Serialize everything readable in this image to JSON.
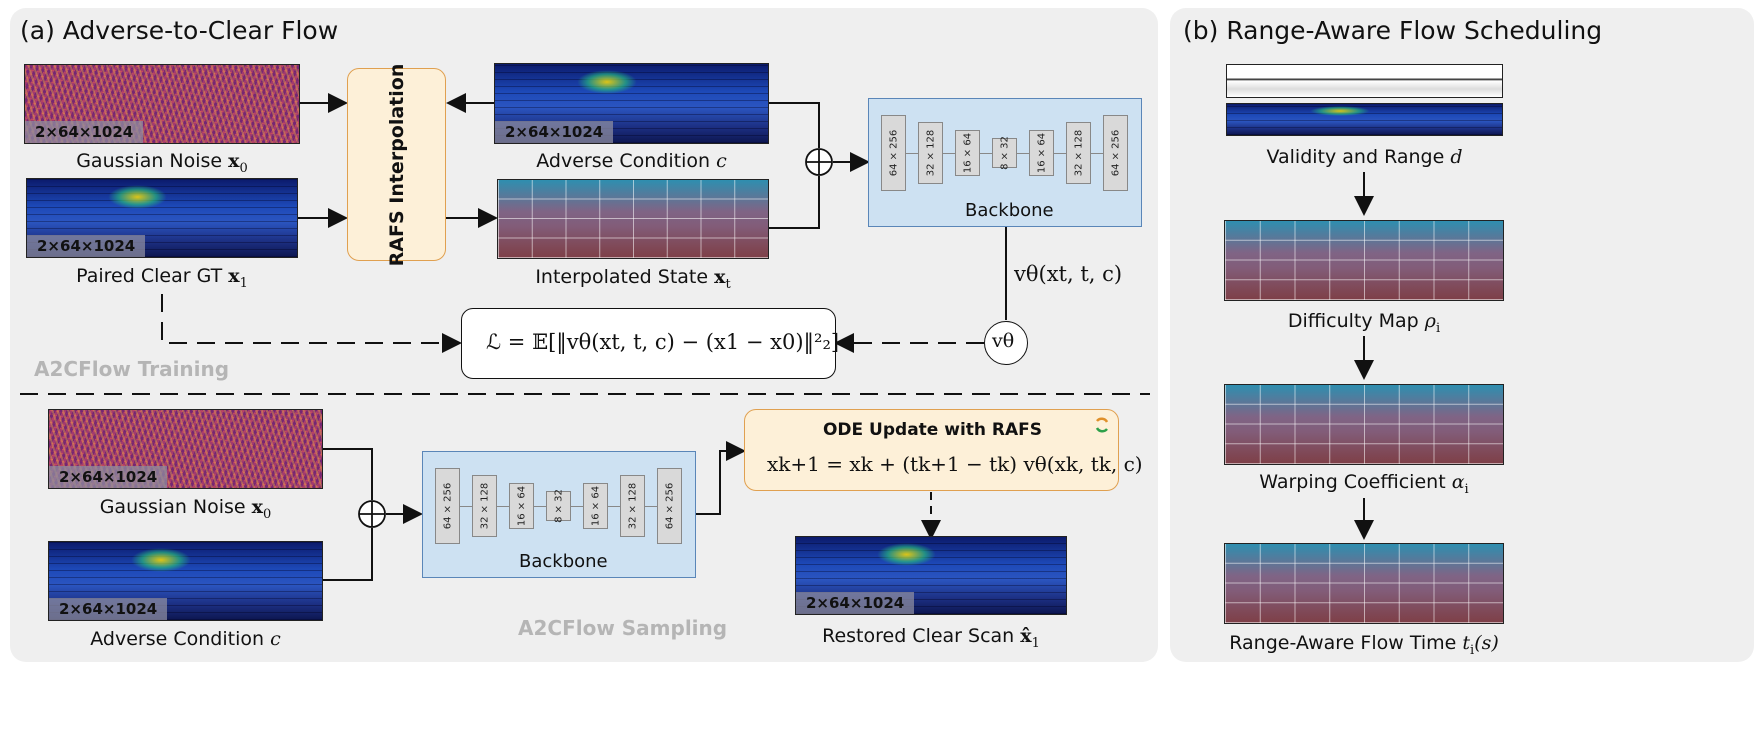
{
  "panel_a": {
    "title": "(a)  Adverse-to-Clear Flow"
  },
  "panel_b": {
    "title": "(b)  Range-Aware Flow Scheduling"
  },
  "badges": {
    "size": "2×64×1024"
  },
  "training": {
    "noise_caption": "Gaussian Noise",
    "noise_symbol": "x",
    "noise_sub": "0",
    "gt_caption": "Paired Clear GT",
    "gt_symbol": "x",
    "gt_sub": "1",
    "adverse_caption": "Adverse Condition",
    "adverse_symbol": "c",
    "interp_caption": "Interpolated State",
    "interp_symbol": "x",
    "interp_sub": "t",
    "rafs_label": "RAFS Interpolation",
    "backbone_label": "Backbone",
    "velocity_label": "vθ(xt, t, c)",
    "velocity_node": "vθ",
    "loss": "ℒ = 𝔼[‖vθ(xt, t, c) − (x1 − x0)‖²₂]",
    "watermark": "A2CFlow Training"
  },
  "sampling": {
    "noise_caption": "Gaussian Noise",
    "noise_symbol": "x",
    "noise_sub": "0",
    "adverse_caption": "Adverse Condition",
    "adverse_symbol": "c",
    "backbone_label": "Backbone",
    "ode_title": "ODE Update with RAFS",
    "ode_formula": "xk+1 = xk + (tk+1 − tk) vθ(xk, tk, c)",
    "restored_caption": "Restored Clear Scan",
    "restored_symbol": "x̂",
    "restored_sub": "1",
    "watermark": "A2CFlow Sampling"
  },
  "backbone_blocks": [
    "64 × 256",
    "32 × 128",
    "16 × 64",
    "8 × 32",
    "16 × 64",
    "32 × 128",
    "64 × 256"
  ],
  "scheduling": {
    "validity_caption": "Validity and Range",
    "validity_symbol": "d",
    "difficulty_caption": "Difficulty Map",
    "difficulty_symbol": "ρ",
    "difficulty_sub": "i",
    "warping_caption": "Warping Coefficient",
    "warping_symbol": "α",
    "warping_sub": "i",
    "flowtime_caption": "Range-Aware Flow Time",
    "flowtime_symbol": "t",
    "flowtime_sub": "i",
    "flowtime_arg": "(s)"
  },
  "colors": {
    "panel_bg": "#efefef",
    "rafs_fill": "#fdf0d8",
    "rafs_border": "#e0a050",
    "backbone_fill": "#cde1f2",
    "backbone_border": "#5a86b8",
    "watermark": "#b5b5b5"
  }
}
